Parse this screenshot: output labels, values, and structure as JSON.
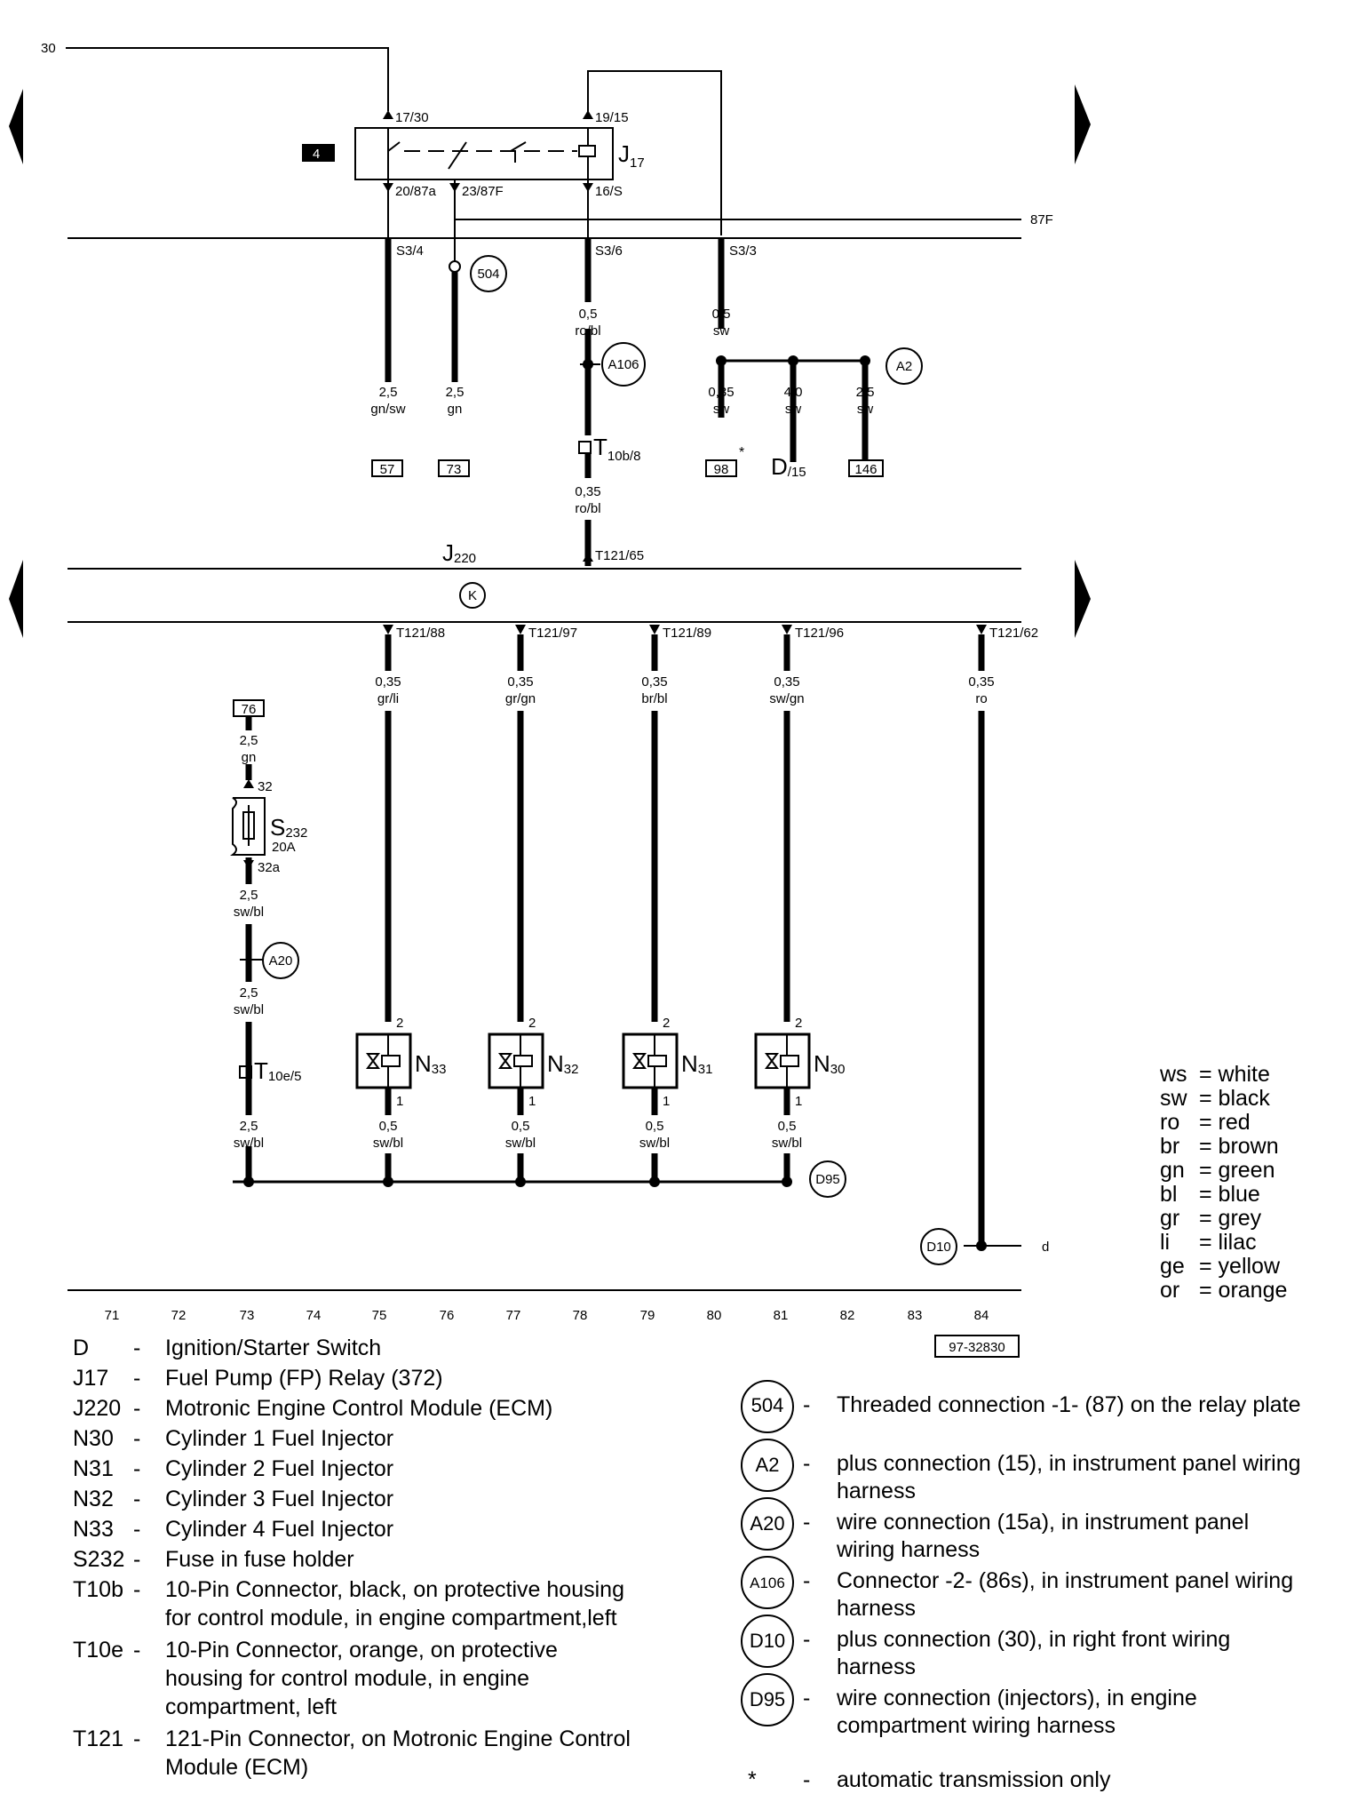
{
  "wire30": "30",
  "wire87F": "87F",
  "relay": {
    "badge": "4",
    "label": "J",
    "sub": "17",
    "t1": "17/30",
    "t2": "19/15",
    "t3": "20/87a",
    "t4": "23/87F",
    "t5": "16/S"
  },
  "fuse_pts": {
    "a": "S3/4",
    "b": "S3/6",
    "c": "S3/3"
  },
  "conn504": "504",
  "wires_top": [
    {
      "size": "0,5",
      "color": "ro/bl"
    },
    {
      "size": "0,5",
      "color": "sw"
    },
    {
      "size": "2,5",
      "color": "gn/sw"
    },
    {
      "size": "2,5",
      "color": "gn"
    },
    {
      "size": "0,35",
      "color": "sw"
    },
    {
      "size": "4,0",
      "color": "sw"
    },
    {
      "size": "2,5",
      "color": "sw"
    },
    {
      "size": "0,35",
      "color": "ro/bl"
    }
  ],
  "circles_top": {
    "a106": "A106",
    "a2": "A2"
  },
  "t10b": {
    "main": "T",
    "sub": "10b/8"
  },
  "refs_top": {
    "r57": "57",
    "r73": "73",
    "r98": "98",
    "r146": "146"
  },
  "star": "*",
  "d15": {
    "main": "D",
    "sub": "/15"
  },
  "ecm": {
    "main": "J",
    "sub": "220",
    "k": "K",
    "pin_top": "T121/65"
  },
  "ecm_pins": [
    "T121/88",
    "T121/97",
    "T121/89",
    "T121/96",
    "T121/62"
  ],
  "ecm_wires": [
    {
      "size": "0,35",
      "color": "gr/li"
    },
    {
      "size": "0,35",
      "color": "gr/gn"
    },
    {
      "size": "0,35",
      "color": "br/bl"
    },
    {
      "size": "0,35",
      "color": "sw/gn"
    },
    {
      "size": "0,35",
      "color": "ro"
    }
  ],
  "fuse_branch": {
    "ref": "76",
    "w1": {
      "size": "2,5",
      "color": "gn"
    },
    "p1": "32",
    "fuse_main": "S",
    "fuse_sub": "232",
    "amps": "20A",
    "p2": "32a",
    "w2": {
      "size": "2,5",
      "color": "sw/bl"
    },
    "a20": "A20",
    "w3": {
      "size": "2,5",
      "color": "sw/bl"
    },
    "t10e_main": "T",
    "t10e_sub": "10e/5",
    "w4": {
      "size": "2,5",
      "color": "sw/bl"
    }
  },
  "injectors": [
    {
      "main": "N",
      "sub": "33",
      "p_top": "2",
      "p_bot": "1",
      "size": "0,5",
      "color": "sw/bl"
    },
    {
      "main": "N",
      "sub": "32",
      "p_top": "2",
      "p_bot": "1",
      "size": "0,5",
      "color": "sw/bl"
    },
    {
      "main": "N",
      "sub": "31",
      "p_top": "2",
      "p_bot": "1",
      "size": "0,5",
      "color": "sw/bl"
    },
    {
      "main": "N",
      "sub": "30",
      "p_top": "2",
      "p_bot": "1",
      "size": "0,5",
      "color": "sw/bl"
    }
  ],
  "d95": "D95",
  "d10": "D10",
  "d_label": "d",
  "color_codes": [
    {
      "code": "ws",
      "name": "= white"
    },
    {
      "code": "sw",
      "name": "= black"
    },
    {
      "code": "ro",
      "name": "= red"
    },
    {
      "code": "br",
      "name": "= brown"
    },
    {
      "code": "gn",
      "name": "= green"
    },
    {
      "code": "bl",
      "name": "= blue"
    },
    {
      "code": "gr",
      "name": "= grey"
    },
    {
      "code": "li",
      "name": "= lilac"
    },
    {
      "code": "ge",
      "name": "= yellow"
    },
    {
      "code": "or",
      "name": "= orange"
    }
  ],
  "track_numbers": [
    "71",
    "72",
    "73",
    "74",
    "75",
    "76",
    "77",
    "78",
    "79",
    "80",
    "81",
    "82",
    "83",
    "84"
  ],
  "doc_code": "97-32830",
  "components": [
    {
      "code": "D",
      "dash": "-",
      "desc": [
        "Ignition/Starter Switch"
      ]
    },
    {
      "code": "J17",
      "dash": "-",
      "desc": [
        "Fuel Pump (FP) Relay (372)"
      ]
    },
    {
      "code": "J220",
      "dash": "-",
      "desc": [
        "Motronic Engine Control Module (ECM)"
      ]
    },
    {
      "code": "N30",
      "dash": "-",
      "desc": [
        "Cylinder 1 Fuel Injector"
      ]
    },
    {
      "code": "N31",
      "dash": "-",
      "desc": [
        "Cylinder 2 Fuel Injector"
      ]
    },
    {
      "code": "N32",
      "dash": "-",
      "desc": [
        "Cylinder 3 Fuel Injector"
      ]
    },
    {
      "code": "N33",
      "dash": "-",
      "desc": [
        "Cylinder 4 Fuel Injector"
      ]
    },
    {
      "code": "S232",
      "dash": "-",
      "desc": [
        "Fuse in fuse holder"
      ]
    },
    {
      "code": "T10b",
      "dash": "-",
      "desc": [
        "10-Pin Connector, black, on protective housing",
        "for control module, in engine compartment,left"
      ]
    },
    {
      "code": "T10e",
      "dash": "-",
      "desc": [
        "10-Pin Connector, orange, on protective",
        "housing for control module, in engine",
        "compartment, left"
      ]
    },
    {
      "code": "T121",
      "dash": "-",
      "desc": [
        "121-Pin Connector, on Motronic Engine Control",
        "Module (ECM)"
      ]
    }
  ],
  "connections": [
    {
      "id": "504",
      "dash": "-",
      "desc": [
        "Threaded connection -1- (87) on the relay plate"
      ]
    },
    {
      "id": "A2",
      "dash": "-",
      "desc": [
        "plus connection (15), in instrument panel wiring",
        "harness"
      ]
    },
    {
      "id": "A20",
      "dash": "-",
      "desc": [
        "wire connection (15a), in instrument panel",
        "wiring harness"
      ]
    },
    {
      "id": "A106",
      "dash": "-",
      "desc": [
        "Connector -2- (86s), in instrument panel wiring",
        "harness"
      ]
    },
    {
      "id": "D10",
      "dash": "-",
      "desc": [
        "plus connection (30), in right front wiring",
        "harness"
      ]
    },
    {
      "id": "D95",
      "dash": "-",
      "desc": [
        "wire connection (injectors), in engine",
        "compartment wiring harness"
      ]
    }
  ],
  "footnote": {
    "mark": "*",
    "dash": "-",
    "text": "automatic transmission only"
  }
}
